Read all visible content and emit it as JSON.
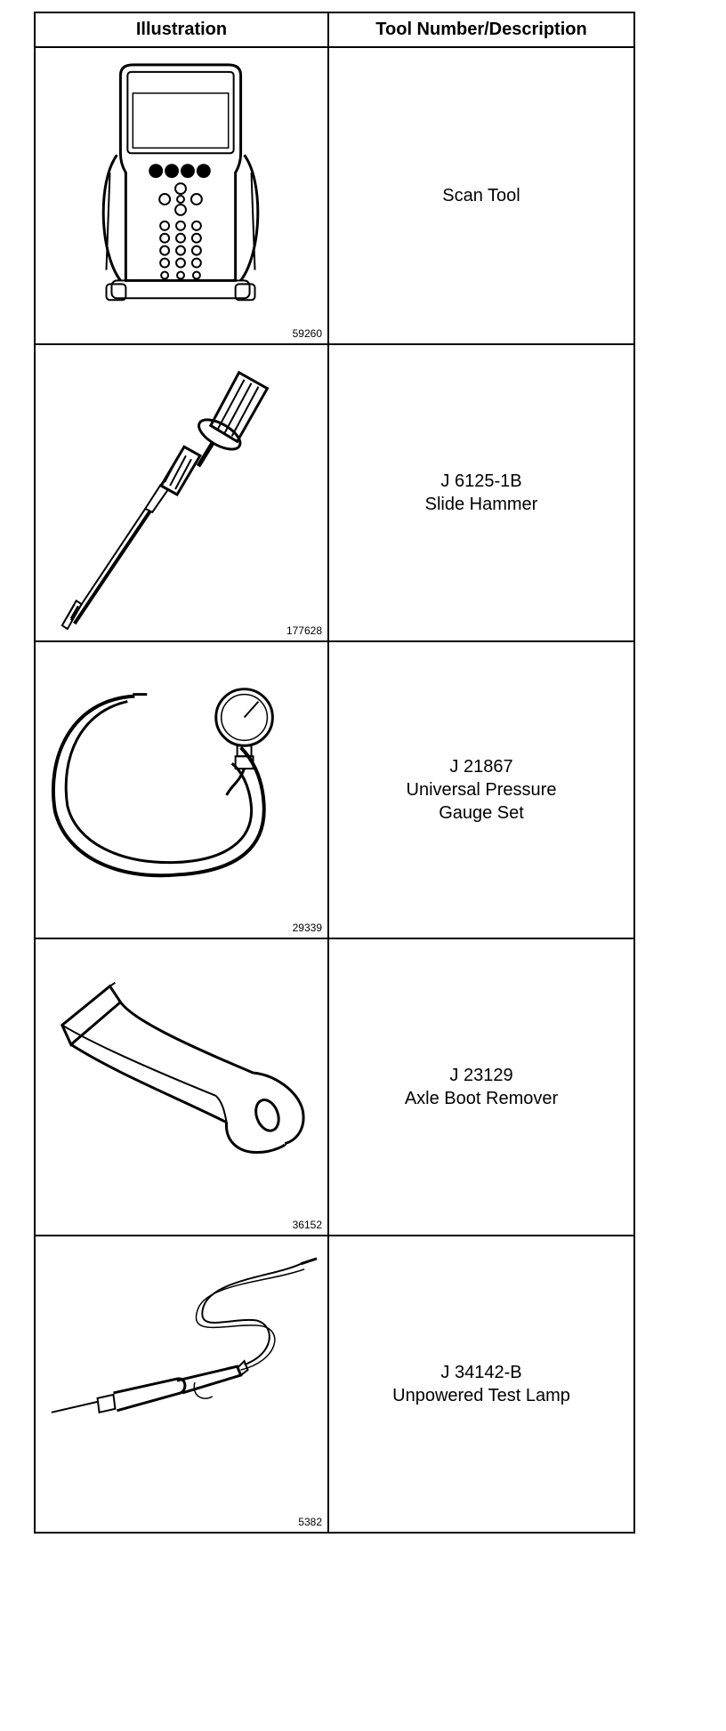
{
  "table": {
    "headers": {
      "illustration": "Illustration",
      "description": "Tool Number/Description"
    },
    "rows": [
      {
        "figure": "59260",
        "tool_number": "",
        "description": [
          "Scan Tool"
        ],
        "icon": "scan-tool-illustration"
      },
      {
        "figure": "177628",
        "tool_number": "J 6125-1B",
        "description": [
          "Slide Hammer"
        ],
        "icon": "slide-hammer-illustration"
      },
      {
        "figure": "29339",
        "tool_number": "J 21867",
        "description": [
          "Universal Pressure",
          "Gauge Set"
        ],
        "icon": "pressure-gauge-illustration"
      },
      {
        "figure": "36152",
        "tool_number": "J 23129",
        "description": [
          "Axle Boot Remover"
        ],
        "icon": "axle-boot-remover-illustration"
      },
      {
        "figure": "5382",
        "tool_number": "J 34142-B",
        "description": [
          "Unpowered Test Lamp"
        ],
        "icon": "test-lamp-illustration"
      }
    ]
  }
}
